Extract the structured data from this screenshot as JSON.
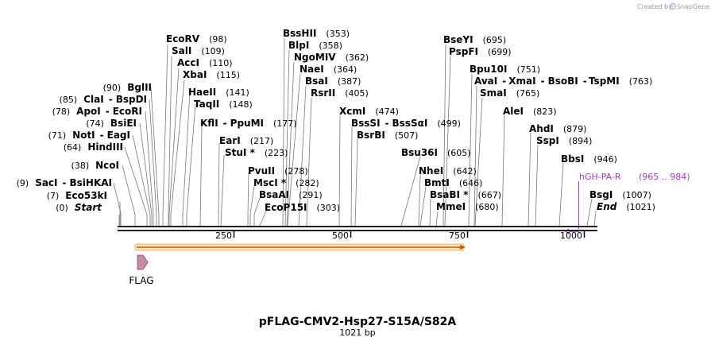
{
  "watermark": "Created by",
  "watermark_brand": "SnapGene",
  "title": "pFLAG-CMV2-Hsp27-S15A/S82A",
  "subtitle": "1021 bp",
  "scale": {
    "total_bp": 1021,
    "ticks": [
      "250",
      "500",
      "750",
      "1000"
    ]
  },
  "features": {
    "flag_label": "FLAG"
  },
  "primer": {
    "name": "hGH-PA-R",
    "range": "(965 .. 984)"
  },
  "sites": {
    "s0": {
      "pos": "(0)",
      "name": "Start"
    },
    "s7": {
      "pos": "(7)",
      "name": "Eco53kI"
    },
    "s9": {
      "pos": "(9)",
      "a": "SacI",
      "b": "BsiHKAI"
    },
    "s38": {
      "pos": "(38)",
      "name": "NcoI"
    },
    "s64": {
      "pos": "(64)",
      "name": "HindIII"
    },
    "s71": {
      "pos": "(71)",
      "a": "NotI",
      "b": "EagI"
    },
    "s74": {
      "pos": "(74)",
      "name": "BsiEI"
    },
    "s78": {
      "pos": "(78)",
      "a": "ApoI",
      "b": "EcoRI"
    },
    "s85": {
      "pos": "(85)",
      "a": "ClaI",
      "b": "BspDI"
    },
    "s90": {
      "pos": "(90)",
      "name": "BglII"
    },
    "s98": {
      "name": "EcoRV",
      "pos": "(98)"
    },
    "s109": {
      "name": "SalI",
      "pos": "(109)"
    },
    "s110": {
      "name": "AccI",
      "pos": "(110)"
    },
    "s115": {
      "name": "XbaI",
      "pos": "(115)"
    },
    "s141": {
      "name": "HaeII",
      "pos": "(141)"
    },
    "s148": {
      "name": "TaqII",
      "pos": "(148)"
    },
    "s177": {
      "a": "KflI",
      "b": "PpuMI",
      "pos": "(177)"
    },
    "s217": {
      "name": "EarI",
      "pos": "(217)"
    },
    "s223": {
      "name": "StuI *",
      "pos": "(223)"
    },
    "s278": {
      "name": "PvuII",
      "pos": "(278)"
    },
    "s282": {
      "name": "MscI *",
      "pos": "(282)"
    },
    "s291": {
      "name": "BsaAI",
      "pos": "(291)"
    },
    "s303": {
      "name": "EcoP15I",
      "pos": "(303)"
    },
    "s353": {
      "name": "BssHII",
      "pos": "(353)"
    },
    "s358": {
      "name": "BlpI",
      "pos": "(358)"
    },
    "s362": {
      "name": "NgoMIV",
      "pos": "(362)"
    },
    "s364": {
      "name": "NaeI",
      "pos": "(364)"
    },
    "s387": {
      "name": "BsaI",
      "pos": "(387)"
    },
    "s405": {
      "name": "RsrII",
      "pos": "(405)"
    },
    "s474": {
      "name": "XcmI",
      "pos": "(474)"
    },
    "s499": {
      "a": "BssSI",
      "b": "BssSαI",
      "pos": "(499)"
    },
    "s507": {
      "name": "BsrBI",
      "pos": "(507)"
    },
    "s605": {
      "name": "Bsu36I",
      "pos": "(605)"
    },
    "s642": {
      "name": "NheI",
      "pos": "(642)"
    },
    "s646": {
      "name": "BmtI",
      "pos": "(646)"
    },
    "s667": {
      "name": "BsaBI *",
      "pos": "(667)"
    },
    "s680": {
      "name": "MmeI",
      "pos": "(680)"
    },
    "s695": {
      "name": "BseYI",
      "pos": "(695)"
    },
    "s699": {
      "name": "PspFI",
      "pos": "(699)"
    },
    "s751": {
      "name": "Bpu10I",
      "pos": "(751)"
    },
    "s763": {
      "a": "AvaI",
      "b": "XmaI",
      "c": "BsoBI",
      "d": "TspMI",
      "pos": "(763)"
    },
    "s765": {
      "name": "SmaI",
      "pos": "(765)"
    },
    "s823": {
      "name": "AleI",
      "pos": "(823)"
    },
    "s879": {
      "name": "AhdI",
      "pos": "(879)"
    },
    "s894": {
      "name": "SspI",
      "pos": "(894)"
    },
    "s946": {
      "name": "BbsI",
      "pos": "(946)"
    },
    "s1007": {
      "name": "BsgI",
      "pos": "(1007)"
    },
    "s1021": {
      "name": "End",
      "pos": "(1021)"
    }
  }
}
